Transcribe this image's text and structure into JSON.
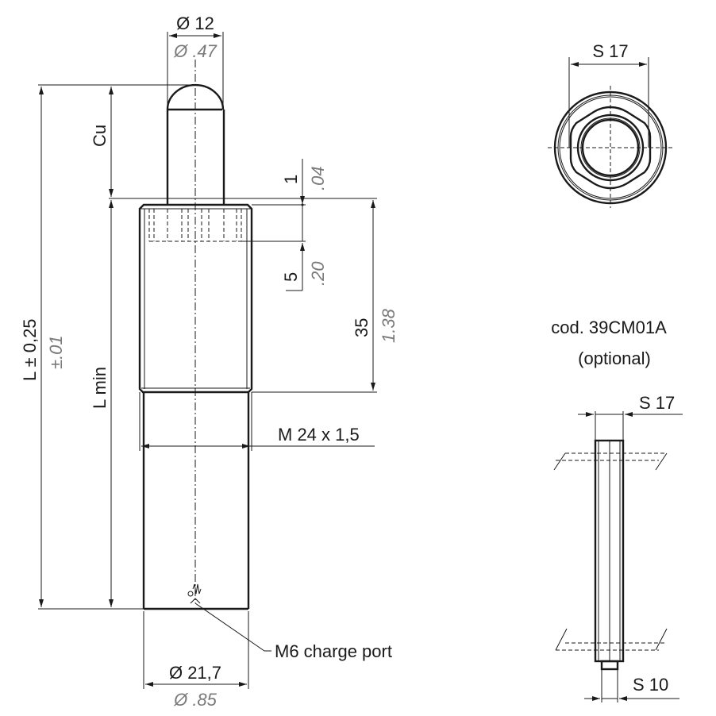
{
  "drawing": {
    "rod_diameter_mm": "Ø 12",
    "rod_diameter_in": "Ø .47",
    "stroke_label": "Cu",
    "length_label": "L ± 0,25",
    "length_tol_in": "±.01",
    "min_length_label": "L min",
    "gap_mm": "1",
    "gap_in": ".04",
    "depth_mm": "5",
    "depth_in": ".20",
    "thread_len_mm": "35",
    "thread_len_in": "1.38",
    "thread_spec": "M 24 x 1,5",
    "charge_port": "M6 charge port",
    "body_diameter_mm": "Ø 21,7",
    "body_diameter_in": "Ø .85"
  },
  "top_view": {
    "wrench_size": "S 17"
  },
  "key": {
    "code": "cod. 39CM01A",
    "note": "(optional)",
    "top_size": "S 17",
    "bottom_size": "S 10"
  }
}
